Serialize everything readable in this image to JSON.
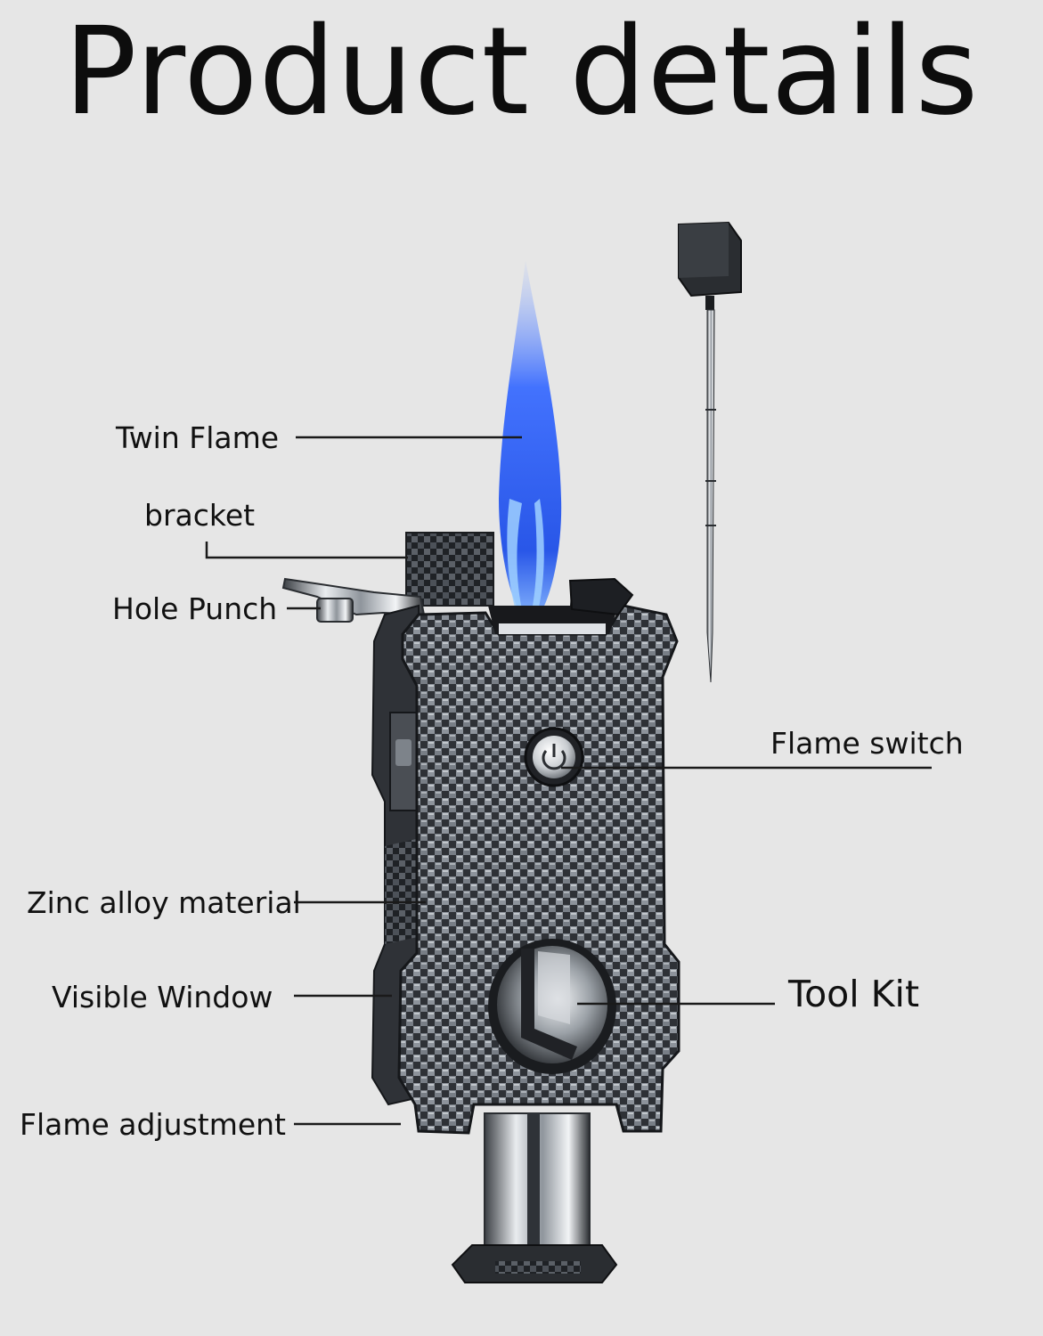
{
  "title": "Product details",
  "labels": {
    "twin_flame": "Twin Flame",
    "bracket": "bracket",
    "hole_punch": "Hole Punch",
    "flame_switch": "Flame switch",
    "zinc_alloy": "Zinc alloy material",
    "visible_window": "Visible Window",
    "tool_kit": "Tool Kit",
    "flame_adjustment": "Flame adjustment"
  },
  "colors": {
    "background": "#e6e6e6",
    "flame": "#2a63ff",
    "body": "#3a3d42"
  }
}
